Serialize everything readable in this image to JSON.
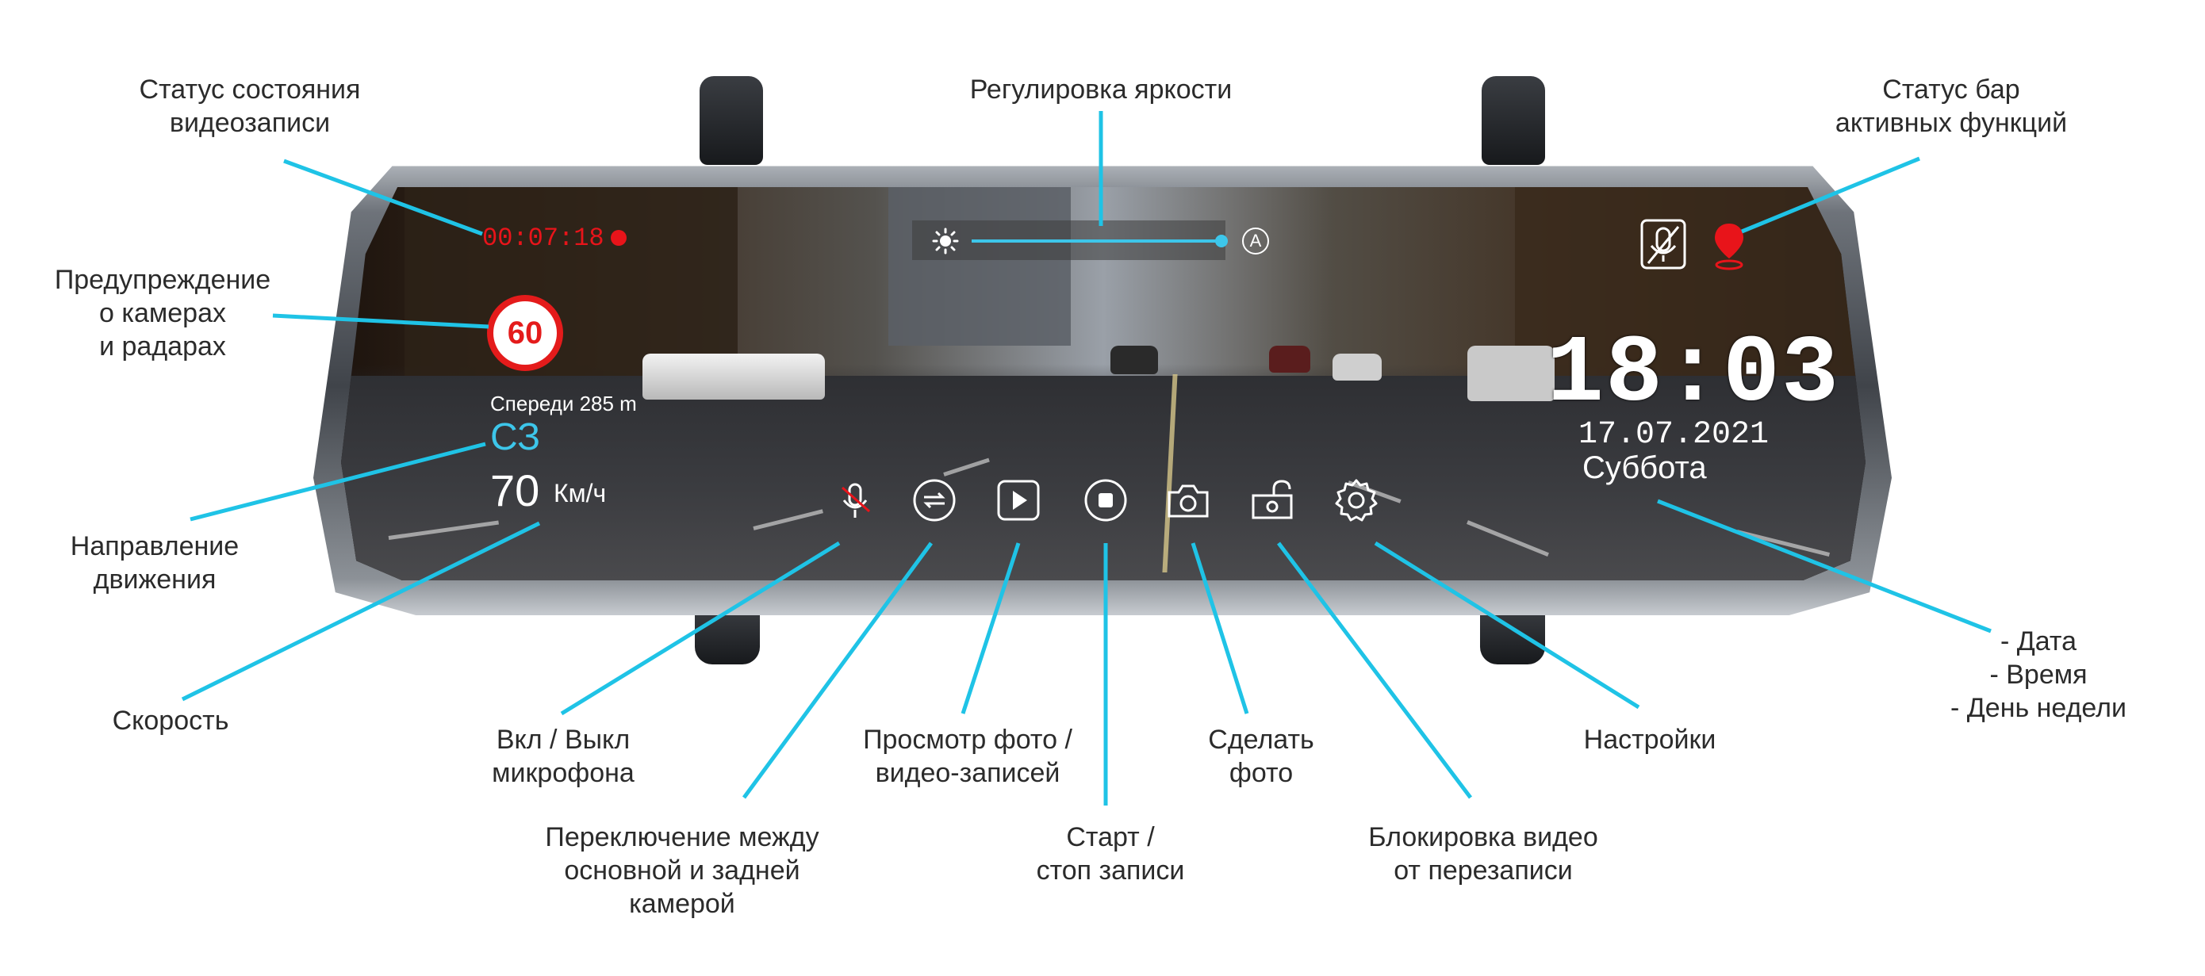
{
  "screen": {
    "recording_time": "00:07:18",
    "speed_limit": "60",
    "ahead_text": "Спереди 285 m",
    "heading": "СЗ",
    "speed": "70",
    "speed_unit": "Км/ч",
    "time": "18:03",
    "date": "17.07.2021",
    "weekday": "Суббота",
    "brightness_auto_glyph": "A",
    "icons": {
      "brightness": "sun-icon",
      "auto_brightness": "auto-brightness-icon",
      "status_mic_off": "microphone-off-icon",
      "status_gps": "location-pin-icon",
      "controls": [
        "microphone-off-icon",
        "camera-switch-icon",
        "play-icon",
        "stop-icon",
        "camera-icon",
        "lock-icon",
        "gear-icon"
      ]
    }
  },
  "callouts": {
    "rec_status": [
      "Статус состояния",
      "видеозаписи"
    ],
    "brightness": [
      "Регулировка яркости"
    ],
    "status_bar": [
      "Статус бар",
      "активных функций"
    ],
    "camera_warning": [
      "Предупреждение",
      "о камерах",
      "и радарах"
    ],
    "direction": [
      "Направление",
      "движения"
    ],
    "speed": [
      "Скорость"
    ],
    "mic": [
      "Вкл / Выкл",
      "микрофона"
    ],
    "switch_camera": [
      "Переключение между",
      "основной и задней",
      "камерой"
    ],
    "playback": [
      "Просмотр фото /",
      "видео-записей"
    ],
    "start_stop": [
      "Старт /",
      "стоп записи"
    ],
    "photo": [
      "Сделать",
      "фото"
    ],
    "lock": [
      "Блокировка видео",
      "от перезаписи"
    ],
    "settings": [
      "Настройки"
    ],
    "datetime": [
      "- Дата",
      "- Время",
      "- День недели"
    ]
  },
  "colors": {
    "accent": "#3dc6ea",
    "record_red": "#e8141a",
    "leader_line": "#1fc3e6",
    "callout_text": "#2b2b2b"
  }
}
